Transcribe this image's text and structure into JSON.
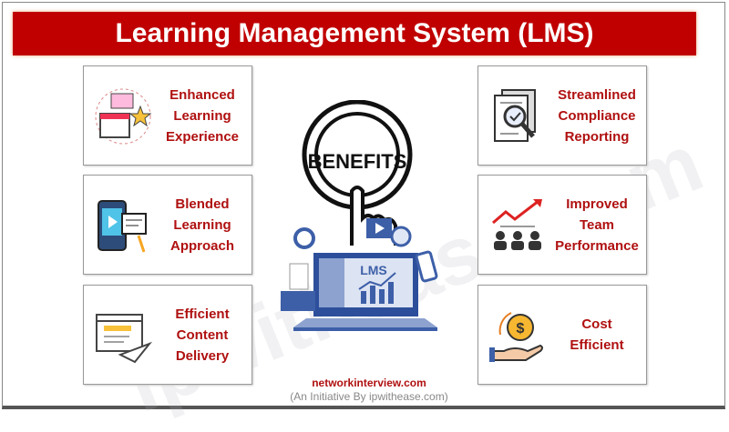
{
  "title": "Learning Management System (LMS)",
  "center": {
    "badge": "BENEFITS",
    "screen": "LMS"
  },
  "left": [
    {
      "label": [
        "Enhanced",
        "Learning",
        "Experience"
      ],
      "icon": "calendar-star-icon"
    },
    {
      "label": [
        "Blended",
        "Learning",
        "Approach"
      ],
      "icon": "tablet-video-icon"
    },
    {
      "label": [
        "Efficient",
        "Content",
        "Delivery"
      ],
      "icon": "paper-plane-icon"
    }
  ],
  "right": [
    {
      "label": [
        "Streamlined",
        "Compliance",
        "Reporting"
      ],
      "icon": "document-magnifier-icon"
    },
    {
      "label": [
        "Improved",
        "Team",
        "Performance"
      ],
      "icon": "team-growth-icon"
    },
    {
      "label": [
        "Cost",
        "Efficient"
      ],
      "icon": "hand-coin-icon"
    }
  ],
  "footer": {
    "site": "networkinterview.com",
    "initiative": "(An Initiative By ipwithease.com)"
  },
  "watermark": "ipwithease.com",
  "colors": {
    "title_bg": "#c00000",
    "label": "#b01010",
    "icon_blue": "#3d5fa8"
  }
}
